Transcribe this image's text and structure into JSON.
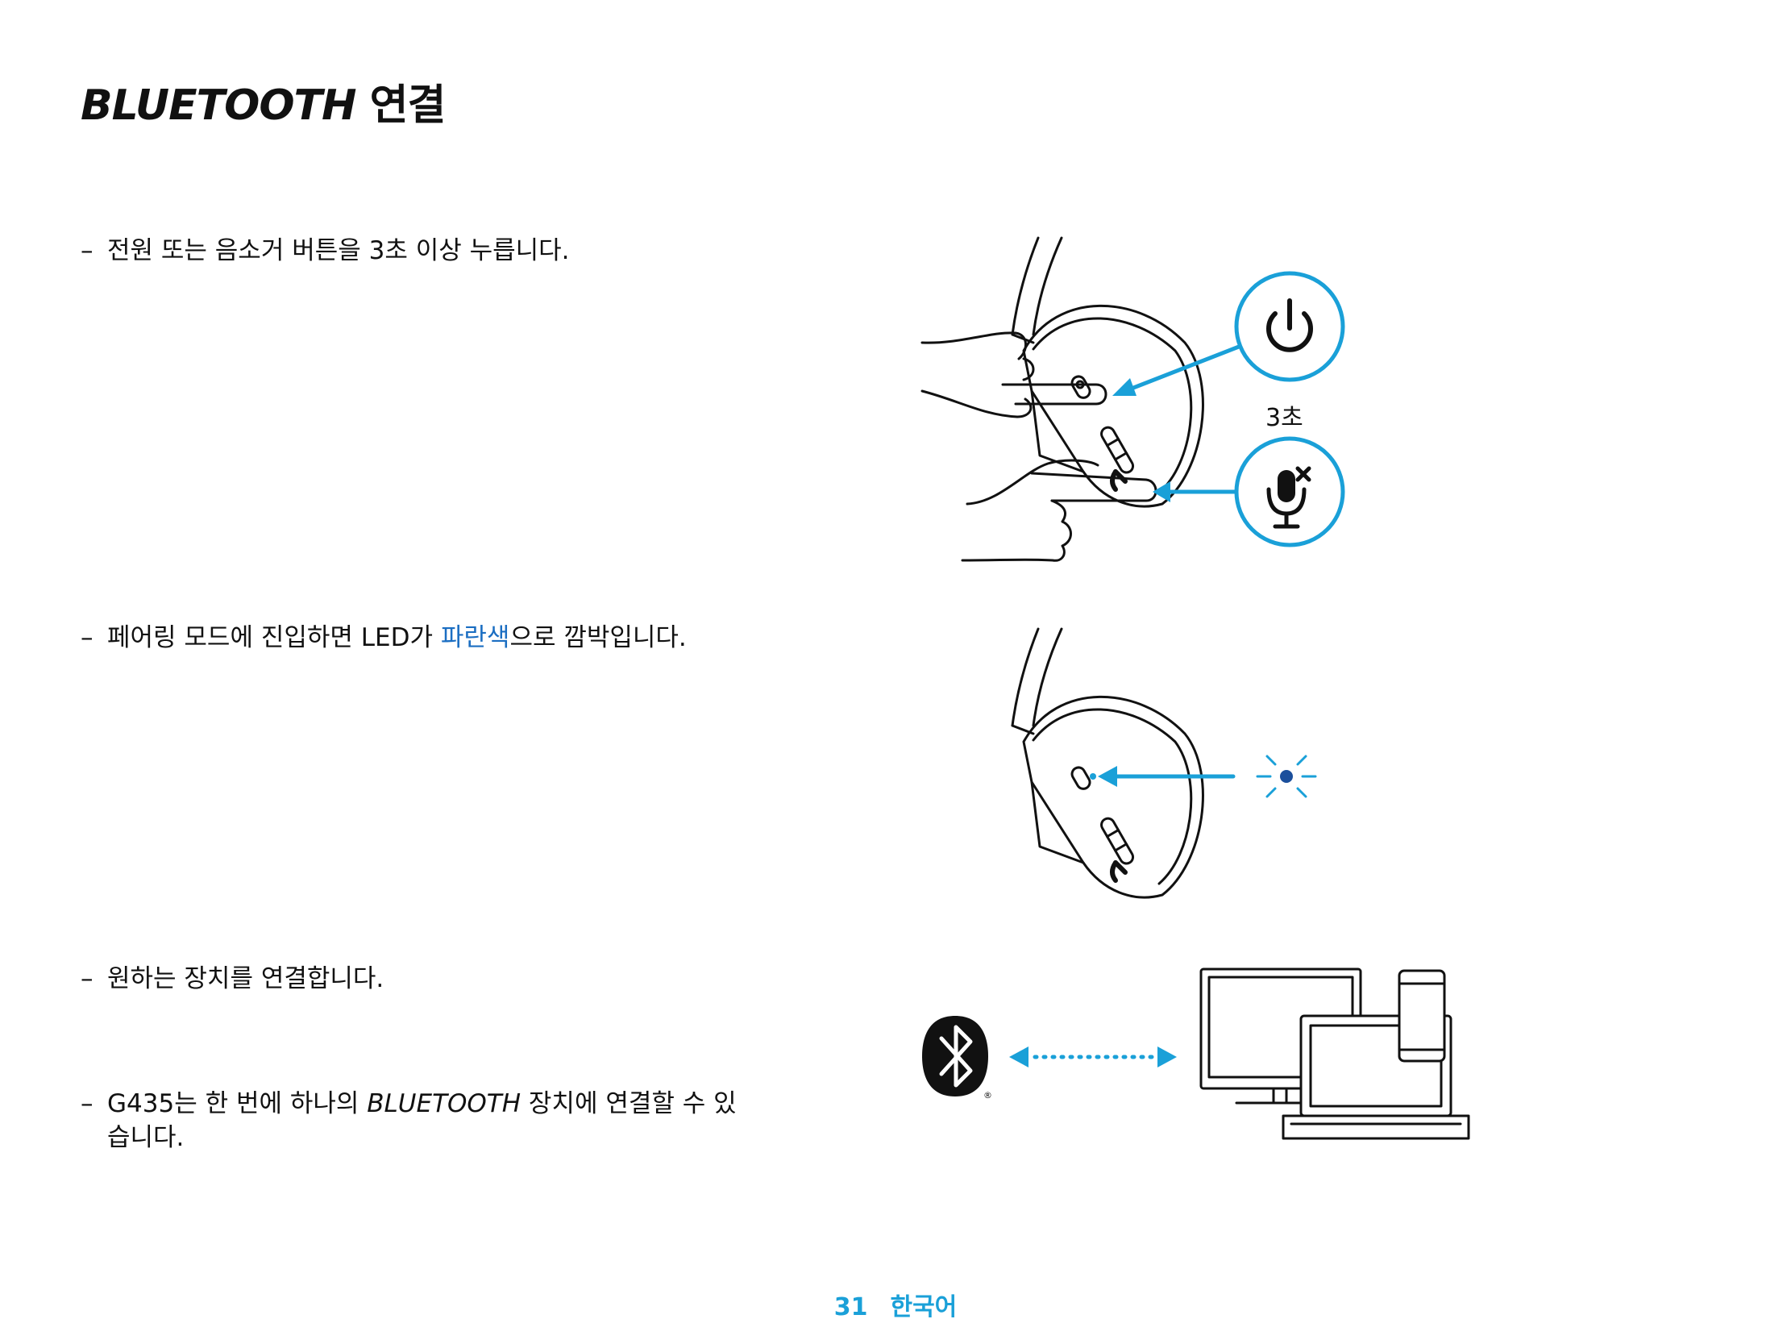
{
  "title": {
    "latin": "BLUETOOTH",
    "korean": "연결"
  },
  "steps": [
    {
      "dash": "–",
      "text": "전원 또는 음소거 버튼을 3초 이상 누릅니다."
    },
    {
      "dash": "–",
      "before": "페어링 모드에 진입하면 LED가 ",
      "highlight": "파란색",
      "after": "으로 깜박입니다."
    },
    {
      "dash": "–",
      "text": "원하는 장치를 연결합니다."
    },
    {
      "dash": "–",
      "before": "G435는 한 번에 하나의 ",
      "italic": "BLUETOOTH",
      "after": " 장치에 연결할 수 있습니다."
    }
  ],
  "illustrations": {
    "press_duration": "3초",
    "icons": [
      "power-icon",
      "mic-mute-icon",
      "blinking-led-icon",
      "bluetooth-logo-icon",
      "monitor-icon",
      "laptop-icon",
      "phone-icon"
    ],
    "registered_mark": "®"
  },
  "colors": {
    "accent": "#1aa0d8",
    "highlight_text": "#1b6ec2",
    "led": "#1b4f9c"
  },
  "footer": {
    "page_number": "31",
    "language": "한국어"
  }
}
